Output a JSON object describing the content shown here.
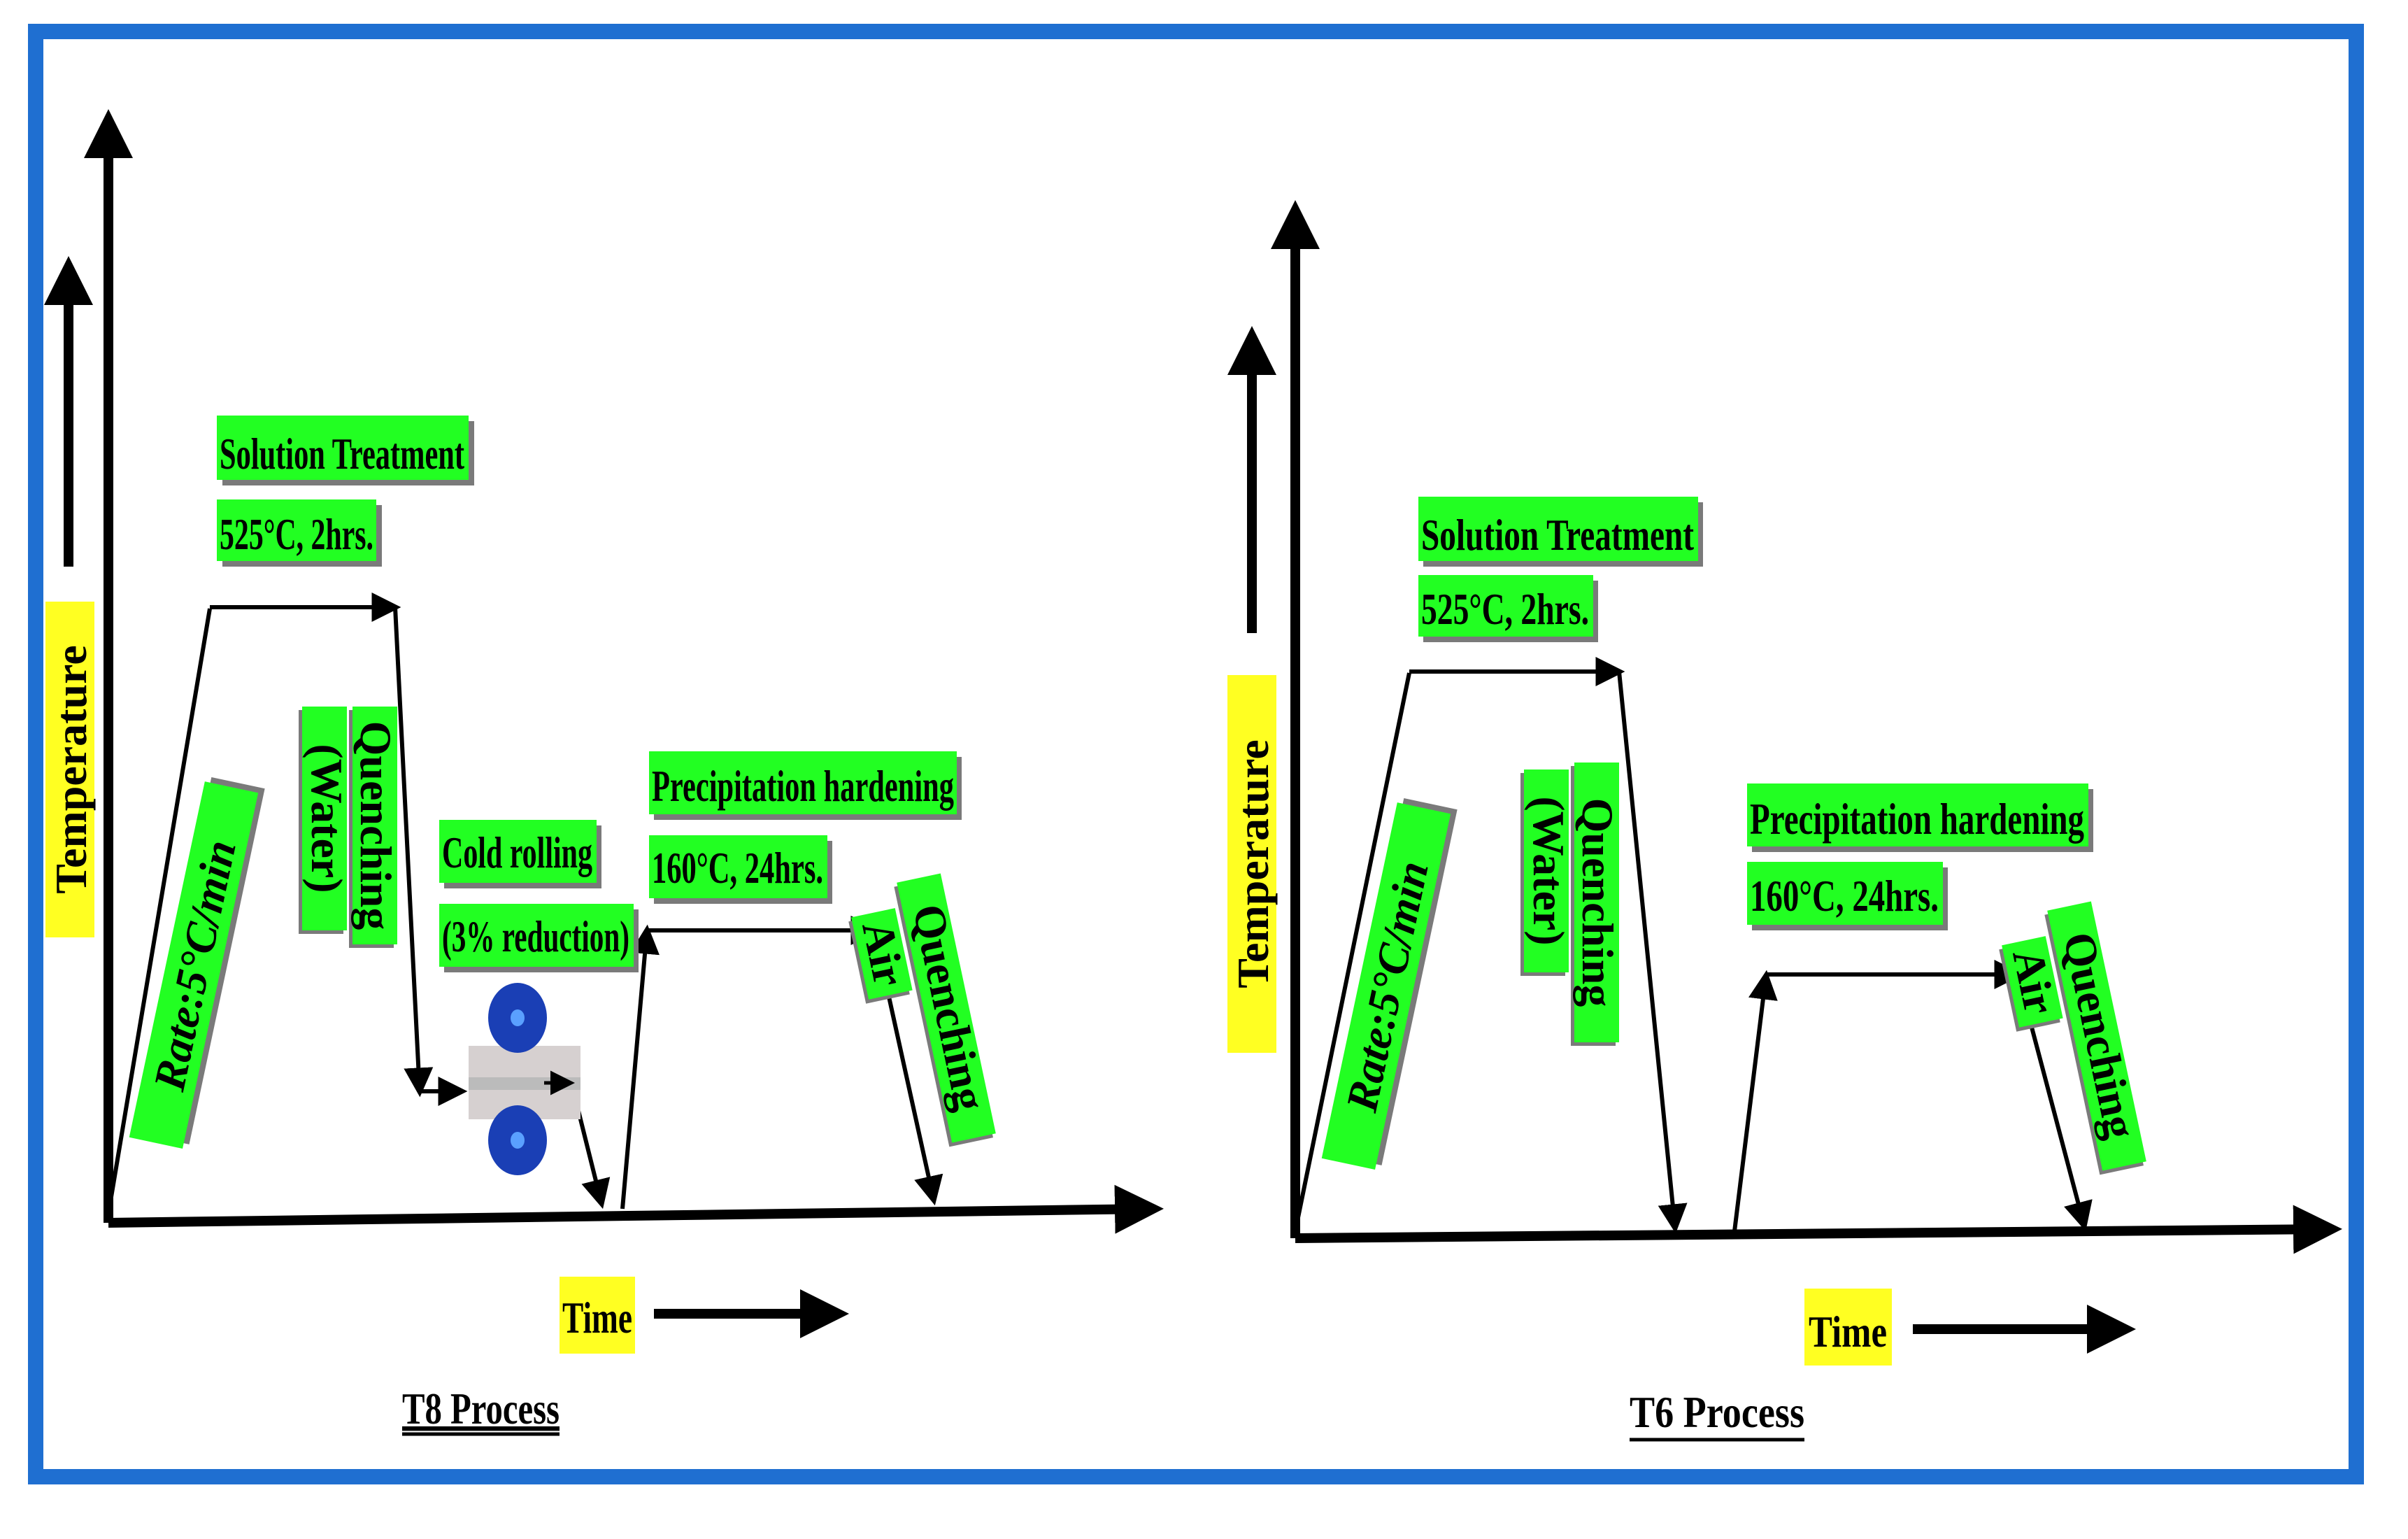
{
  "panels": [
    {
      "name": "T8",
      "caption": "T8 Process",
      "y_axis_label": "Temperature",
      "x_axis_label": "Time",
      "solution_treatment": {
        "title": "Solution Treatment",
        "detail": "525°C, 2hrs."
      },
      "heating_rate": "Rate:5°C/min",
      "quench1": {
        "line1": "Quenching",
        "line2": "(Water)"
      },
      "cold_rolling": {
        "title": "Cold rolling",
        "detail": "(3% reduction)"
      },
      "precipitation": {
        "title": "Precipitation hardening",
        "detail": "160°C, 24hrs."
      },
      "quench2": {
        "line1": "Air",
        "line2": "Quenching"
      }
    },
    {
      "name": "T6",
      "caption": "T6 Process",
      "y_axis_label": "Temperature",
      "x_axis_label": "Time",
      "solution_treatment": {
        "title": "Solution Treatment",
        "detail": "525°C, 2hrs."
      },
      "heating_rate": "Rate:5°C/min",
      "quench1": {
        "line1": "Quenching",
        "line2": "(Water)"
      },
      "precipitation": {
        "title": "Precipitation hardening",
        "detail": "160°C, 24hrs."
      },
      "quench2": {
        "line1": "Air",
        "line2": "Quenching"
      }
    }
  ],
  "colors": {
    "border": "#1f6fd1",
    "label_fill": "#22ff22",
    "axis_label_fill": "#ffff22",
    "roller": "#1a3fb5"
  }
}
